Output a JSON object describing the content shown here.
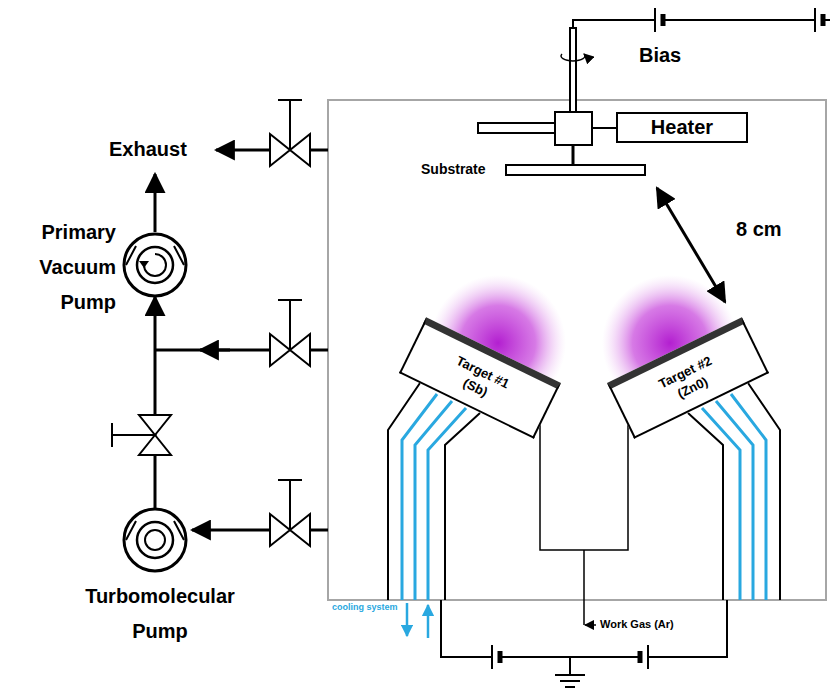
{
  "diagram": {
    "nodes": [
      {
        "text": [
          "Heater"
        ]
      },
      {
        "text": [
          "Primary Vacuum Pump"
        ]
      },
      {
        "text": [
          "Target #1 (Sb)"
        ]
      },
      {
        "text": [
          "Target #2 (Zn0)"
        ]
      },
      {
        "text": [
          "Turbomolecular Pump"
        ]
      }
    ],
    "edges": [
      {
        "from": 4,
        "to": 1,
        "arrow": "to"
      }
    ],
    "labels": [
      "Bias",
      "Exhaust",
      "Substrate",
      "8 cm",
      "cooling system",
      "Work Gas (Ar)"
    ]
  }
}
